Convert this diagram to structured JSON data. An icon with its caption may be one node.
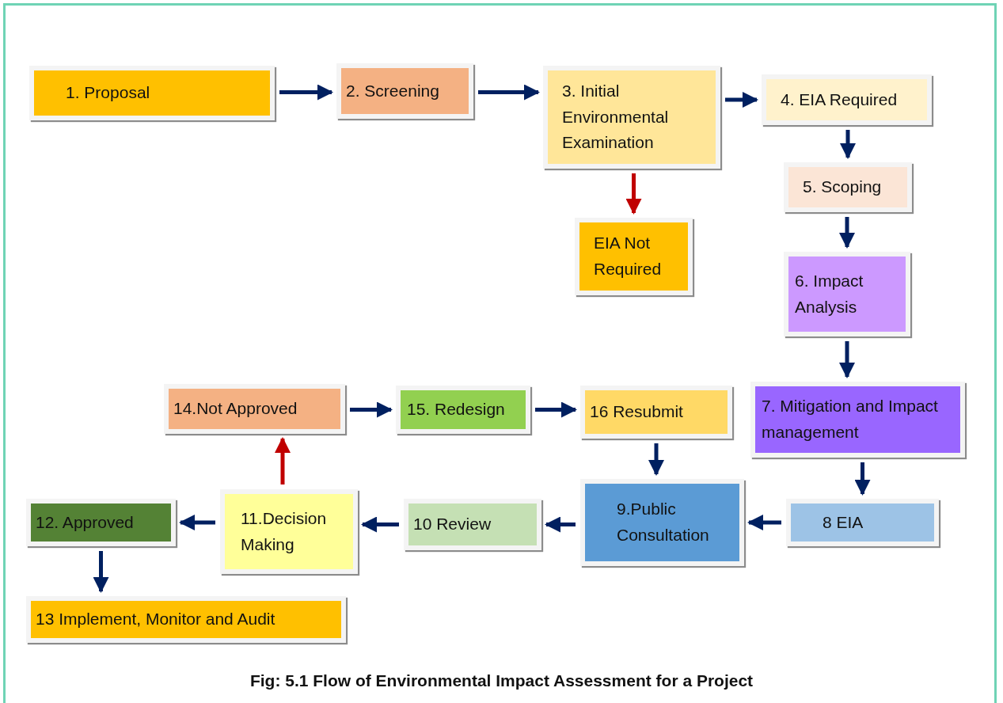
{
  "diagram": {
    "caption": "Fig: 5.1 Flow of Environmental Impact Assessment for a Project",
    "nodes": [
      {
        "text": [
          "1. Proposal"
        ]
      },
      {
        "text": [
          "2. Screening"
        ]
      },
      {
        "text": [
          "3. Initial Environmental Examination"
        ]
      },
      {
        "text": [
          "4. EIA Required"
        ]
      },
      {
        "text": [
          "EIA Not Required"
        ]
      },
      {
        "text": [
          "5. Scoping"
        ]
      },
      {
        "text": [
          "6. Impact Analysis"
        ]
      },
      {
        "text": [
          "7. Mitigation and Impact management"
        ]
      },
      {
        "text": [
          "8 EIA"
        ]
      },
      {
        "text": [
          "9.Public Consultation"
        ]
      },
      {
        "text": [
          "10 Review"
        ]
      },
      {
        "text": [
          "11.Decision Making"
        ]
      },
      {
        "text": [
          "12. Approved"
        ]
      },
      {
        "text": [
          "13 Implement, Monitor and Audit"
        ]
      },
      {
        "text": [
          "14.Not Approved"
        ]
      },
      {
        "text": [
          "15. Redesign"
        ]
      },
      {
        "text": [
          "16 Resubmit"
        ]
      }
    ],
    "edges": [
      {
        "from": 0,
        "to": 1,
        "arrow": "to"
      },
      {
        "from": 1,
        "to": 2,
        "arrow": "to"
      },
      {
        "from": 2,
        "to": 3,
        "arrow": "to"
      },
      {
        "from": 2,
        "to": 4,
        "arrow": "to",
        "color": "#c00000"
      },
      {
        "from": 3,
        "to": 5,
        "arrow": "to"
      },
      {
        "from": 5,
        "to": 6,
        "arrow": "to"
      },
      {
        "from": 6,
        "to": 7,
        "arrow": "to"
      },
      {
        "from": 7,
        "to": 8,
        "arrow": "to"
      },
      {
        "from": 8,
        "to": 9,
        "arrow": "to"
      },
      {
        "from": 9,
        "to": 10,
        "arrow": "to"
      },
      {
        "from": 10,
        "to": 11,
        "arrow": "to"
      },
      {
        "from": 11,
        "to": 12,
        "arrow": "to"
      },
      {
        "from": 12,
        "to": 13,
        "arrow": "to"
      },
      {
        "from": 11,
        "to": 14,
        "arrow": "to",
        "color": "#c00000"
      },
      {
        "from": 14,
        "to": 15,
        "arrow": "to"
      },
      {
        "from": 15,
        "to": 16,
        "arrow": "to"
      },
      {
        "from": 16,
        "to": 9,
        "arrow": "to"
      }
    ]
  }
}
